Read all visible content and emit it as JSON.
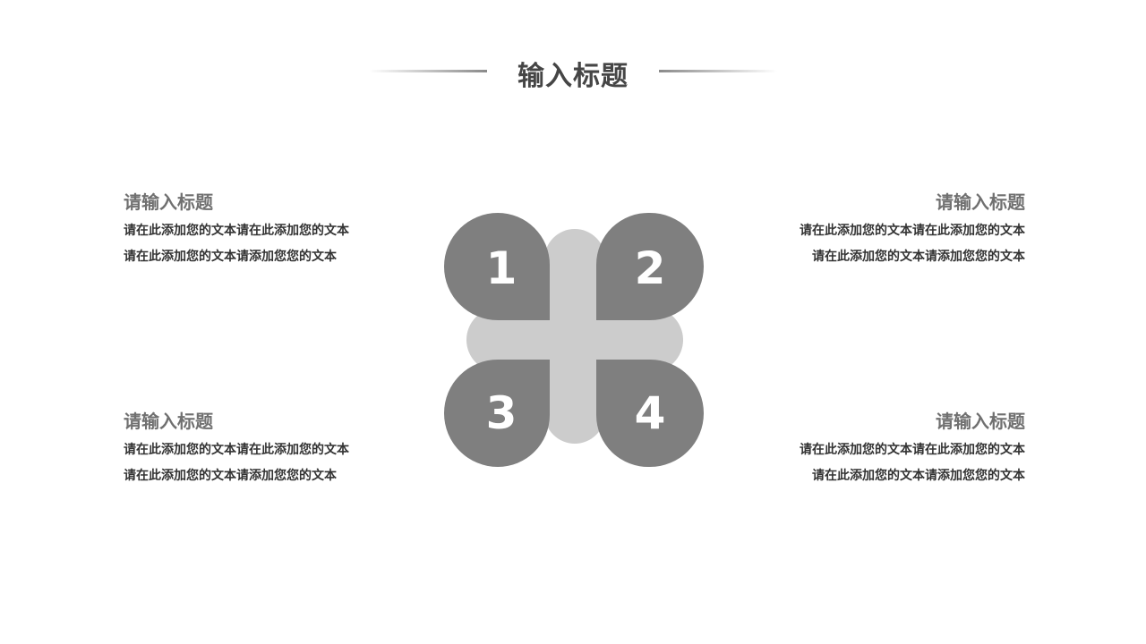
{
  "title": "输入标题",
  "blocks": [
    {
      "title": "请输入标题",
      "lines": [
        "请在此添加您的文本请在此添加您的文本",
        "请在此添加您的文本请添加您您的文本"
      ]
    },
    {
      "title": "请输入标题",
      "lines": [
        "请在此添加您的文本请在此添加您的文本",
        "请在此添加您的文本请添加您您的文本"
      ]
    },
    {
      "title": "请输入标题",
      "lines": [
        "请在此添加您的文本请在此添加您的文本",
        "请在此添加您的文本请添加您您的文本"
      ]
    },
    {
      "title": "请输入标题",
      "lines": [
        "请在此添加您的文本请在此添加您的文本",
        "请在此添加您的文本请添加您您的文本"
      ]
    }
  ],
  "petals": [
    {
      "number": "1"
    },
    {
      "number": "2"
    },
    {
      "number": "3"
    },
    {
      "number": "4"
    }
  ],
  "colors": {
    "petal": "#7f7f7f",
    "cross": "#cccccc",
    "title_line": "#8a8a8a"
  }
}
